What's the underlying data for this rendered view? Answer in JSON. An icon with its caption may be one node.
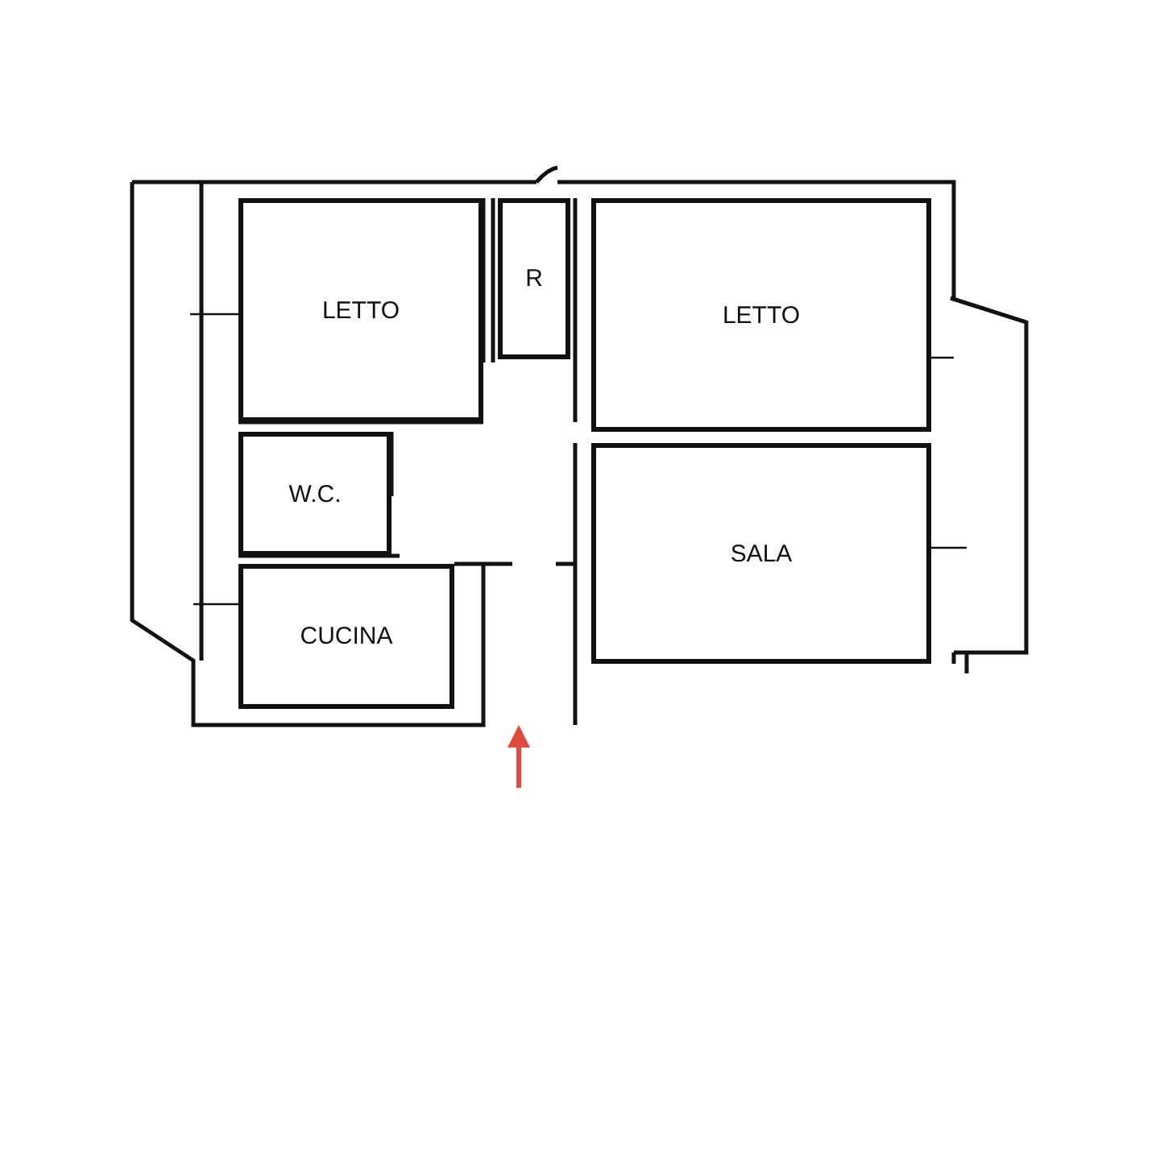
{
  "diagram": {
    "nodes": [
      {
        "text": [
          "LETTO"
        ]
      },
      {
        "text": [
          "R"
        ]
      },
      {
        "text": [
          "LETTO"
        ]
      },
      {
        "text": [
          "W.C."
        ]
      },
      {
        "text": [
          "SALA"
        ]
      },
      {
        "text": [
          "CUCINA"
        ]
      }
    ],
    "edges": []
  }
}
